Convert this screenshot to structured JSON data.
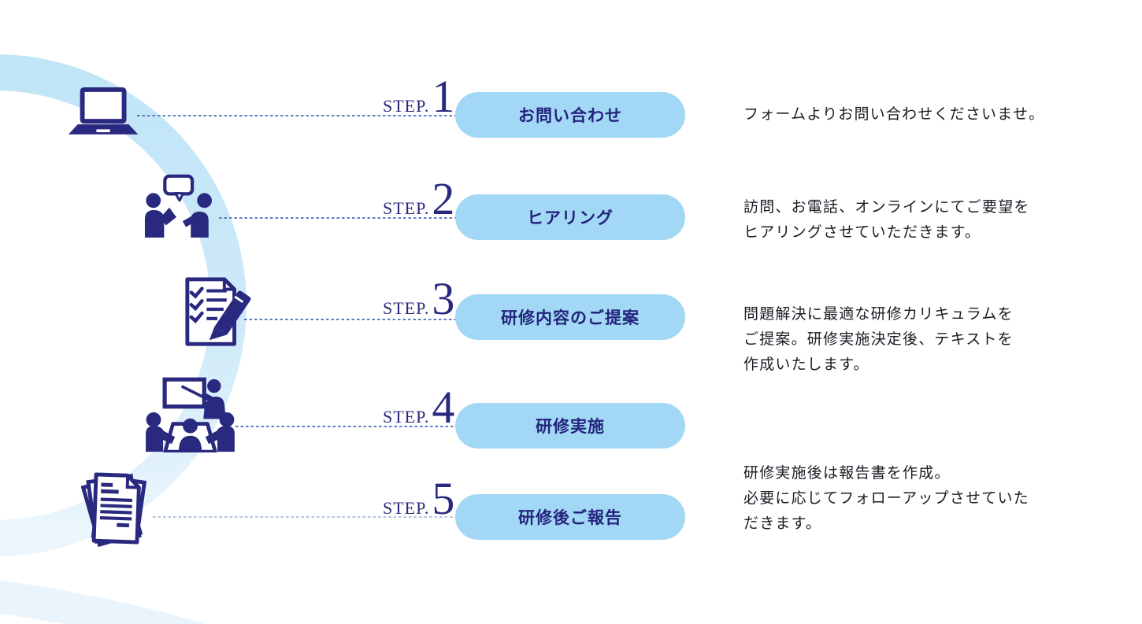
{
  "page": {
    "background": "#ffffff"
  },
  "colors": {
    "navy": "#29297f",
    "pill_background": "#a2d8f5",
    "pill_text": "#24247d",
    "arc_top": "#bfe5f7",
    "arc_bottom": "#ecf6fd",
    "bottom_faint_arc": "#e9f4fc",
    "dash_line": "#4b6ab8",
    "dash_line_light": "#a4bcdc",
    "description_text": "#1b1b24"
  },
  "steps": [
    {
      "label": "STEP.",
      "number": "1",
      "title": "お問い合わせ",
      "icon": "laptop-icon",
      "description": "フォームよりお問い合わせくださいませ。"
    },
    {
      "label": "STEP.",
      "number": "2",
      "title": "ヒアリング",
      "icon": "conversation-icon",
      "description": "訪問、お電話、オンラインにてご要望を\nヒアリングさせていただきます。"
    },
    {
      "label": "STEP.",
      "number": "3",
      "title": "研修内容のご提案",
      "icon": "checklist-pen-icon",
      "description": "問題解決に最適な研修カリキュラムを\nご提案。研修実施決定後、テキストを\n作成いたします。"
    },
    {
      "label": "STEP.",
      "number": "4",
      "title": "研修実施",
      "icon": "training-session-icon",
      "description": ""
    },
    {
      "label": "STEP.",
      "number": "5",
      "title": "研修後ご報告",
      "icon": "report-documents-icon",
      "description": "研修実施後は報告書を作成。\n必要に応じてフォローアップさせていた\nだきます。"
    }
  ]
}
